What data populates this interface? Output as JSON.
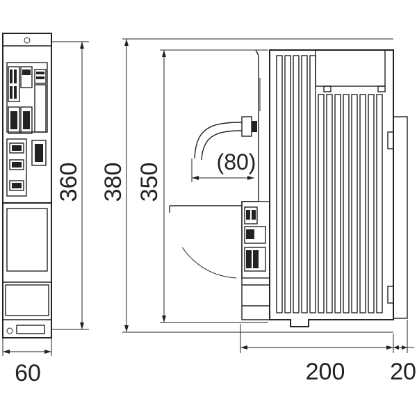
{
  "dimensions": {
    "front_width": "60",
    "front_height": "360",
    "overall_height": "380",
    "side_height": "350",
    "cable_clearance": "(80)",
    "depth": "200",
    "protrusion": "20"
  }
}
